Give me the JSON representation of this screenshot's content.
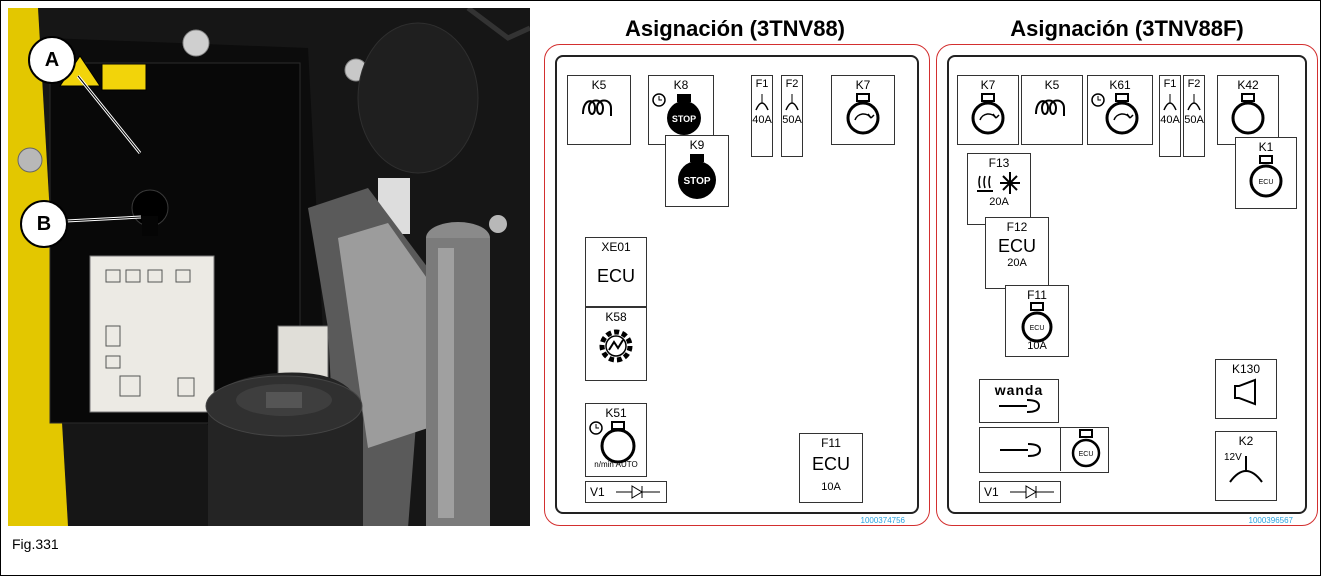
{
  "figure_label": "Fig.331",
  "photo": {
    "callouts": [
      "A",
      "B"
    ]
  },
  "panels": [
    {
      "title": "Asignación (3TNV88)",
      "code": "1000374756",
      "boxes": {
        "k5": "K5",
        "k8": "K8",
        "f1": "F1",
        "f1_amp": "40A",
        "f2": "F2",
        "f2_amp": "50A",
        "k7": "K7",
        "k9": "K9",
        "xe01": "XE01",
        "xe01_text": "ECU",
        "k58": "K58",
        "k51": "K51",
        "k51_text": "n/min AUTO",
        "v1": "V1",
        "f11": "F11",
        "f11_text": "ECU",
        "f11_amp": "10A"
      }
    },
    {
      "title": "Asignación (3TNV88F)",
      "code": "1000396567",
      "boxes": {
        "k7": "K7",
        "k5": "K5",
        "k61": "K61",
        "f1": "F1",
        "f1_amp": "40A",
        "f2": "F2",
        "f2_amp": "50A",
        "k42": "K42",
        "k1": "K1",
        "f13": "F13",
        "f13_amp": "20A",
        "f12": "F12",
        "f12_text": "ECU",
        "f12_amp": "20A",
        "f11": "F11",
        "f11_amp": "10A",
        "wanda": "wanda",
        "k130": "K130",
        "k2": "K2",
        "k2_volt": "12V",
        "v1": "V1"
      }
    }
  ],
  "icon_text": {
    "stop": "STOP",
    "ecu": "ECU",
    "volt12": "12V"
  }
}
